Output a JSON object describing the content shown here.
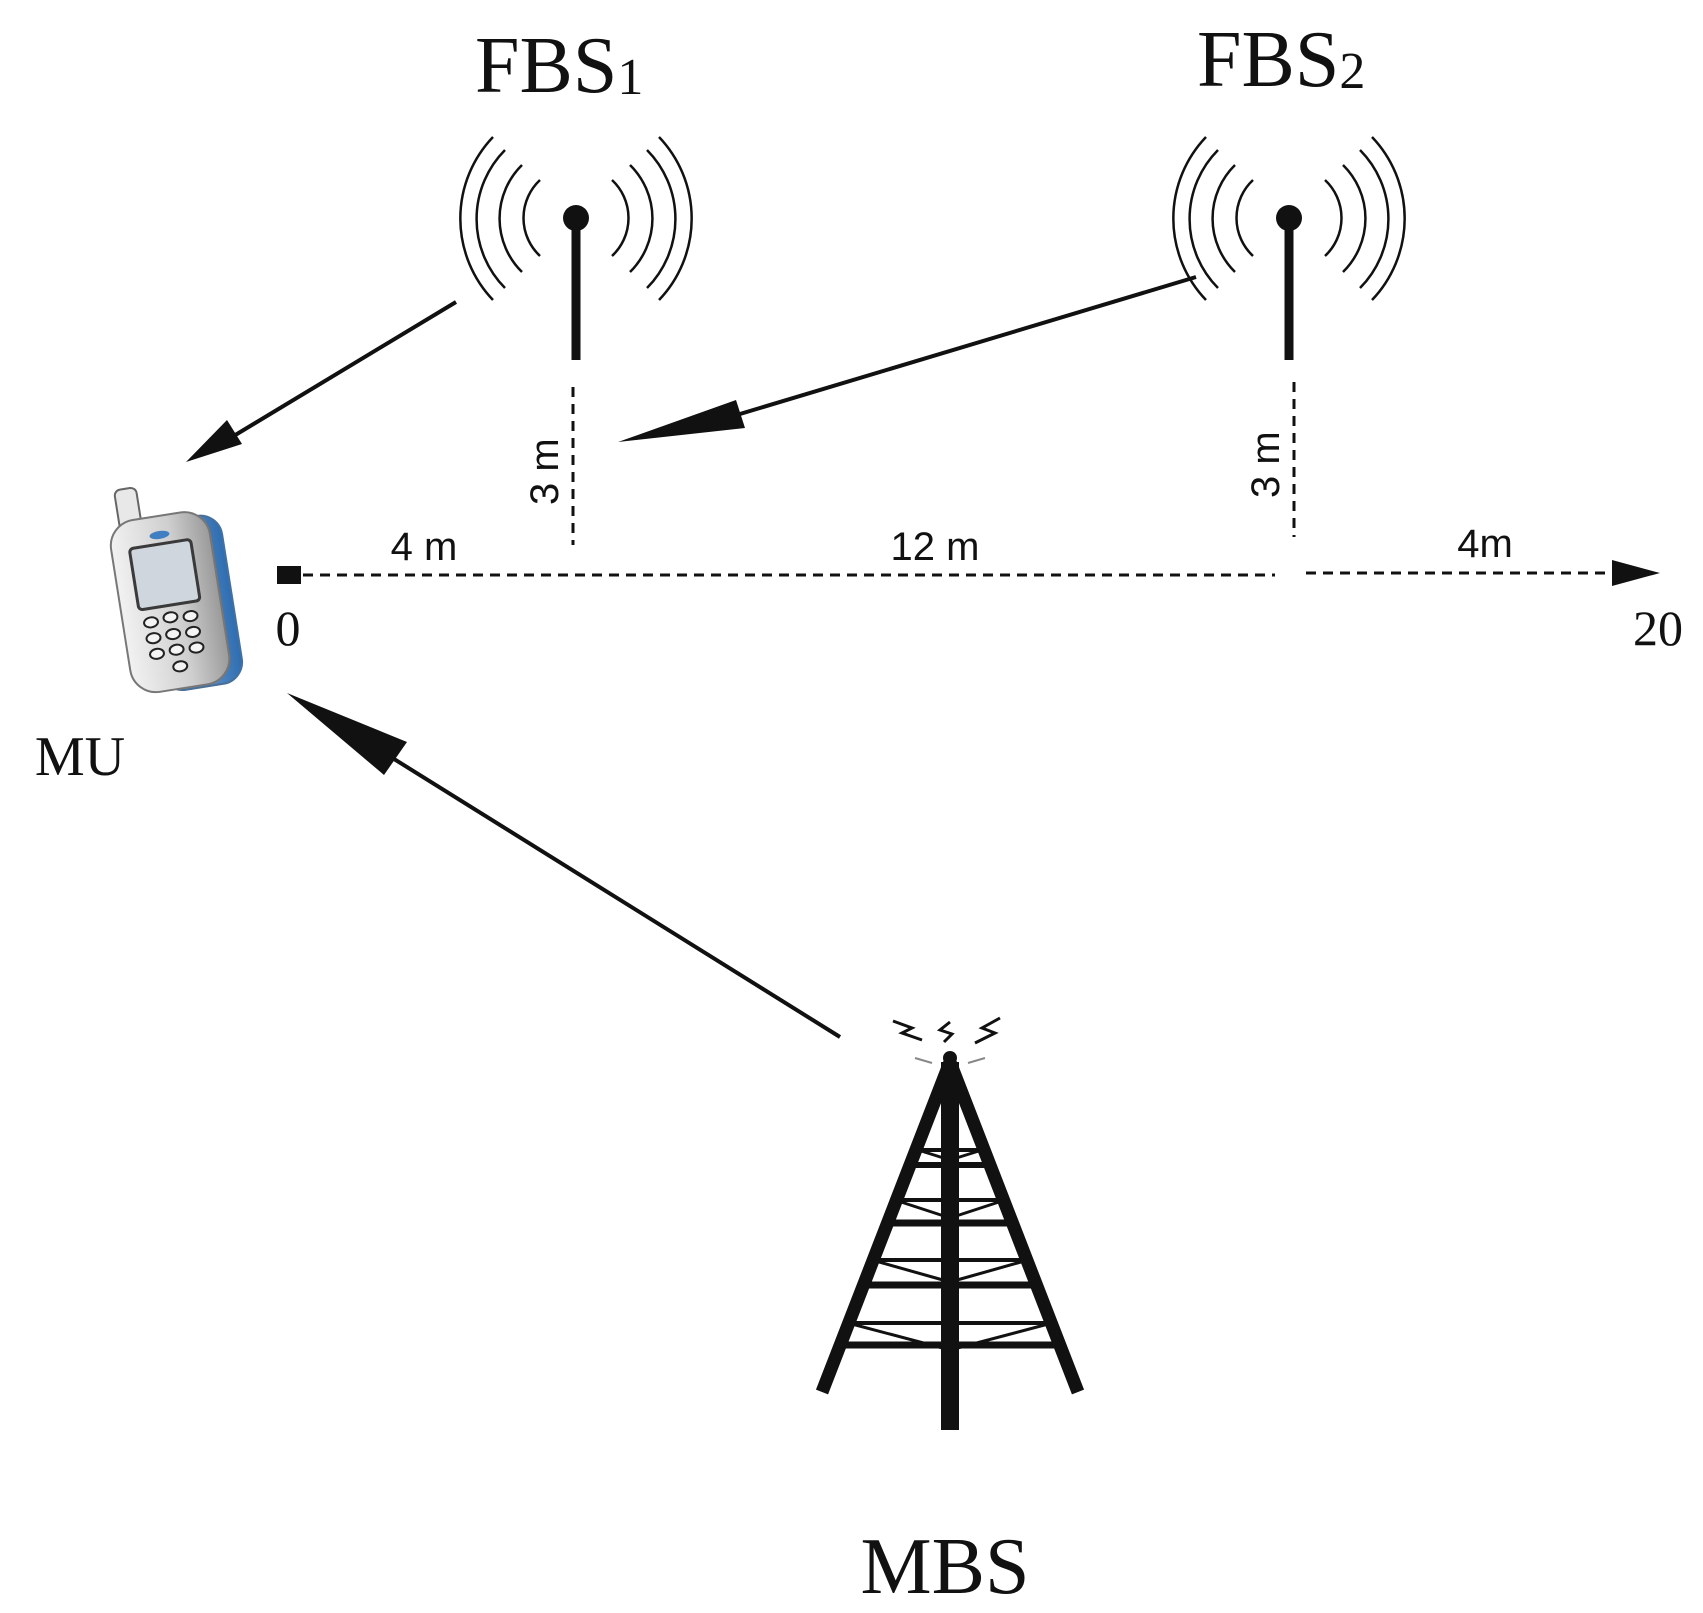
{
  "labels": {
    "fbs1": {
      "name": "FBS",
      "sub": "1"
    },
    "fbs2": {
      "name": "FBS",
      "sub": "2"
    },
    "mu": "MU",
    "mbs": "MBS"
  },
  "distances": {
    "left_segment": "4 m",
    "middle_segment": "12 m",
    "right_segment": "4m",
    "fbs1_height": "3 m",
    "fbs2_height": "3 m"
  },
  "axis": {
    "start": "0",
    "end": "20"
  },
  "colors": {
    "ink": "#111111",
    "phone_body": "#d6d6d6",
    "phone_accent": "#3f7fc2",
    "phone_screen": "#cfd6de"
  },
  "icons": {
    "fbs1": "antenna-icon",
    "fbs2": "antenna-icon",
    "mu": "mobile-phone-icon",
    "mbs": "cell-tower-icon"
  }
}
